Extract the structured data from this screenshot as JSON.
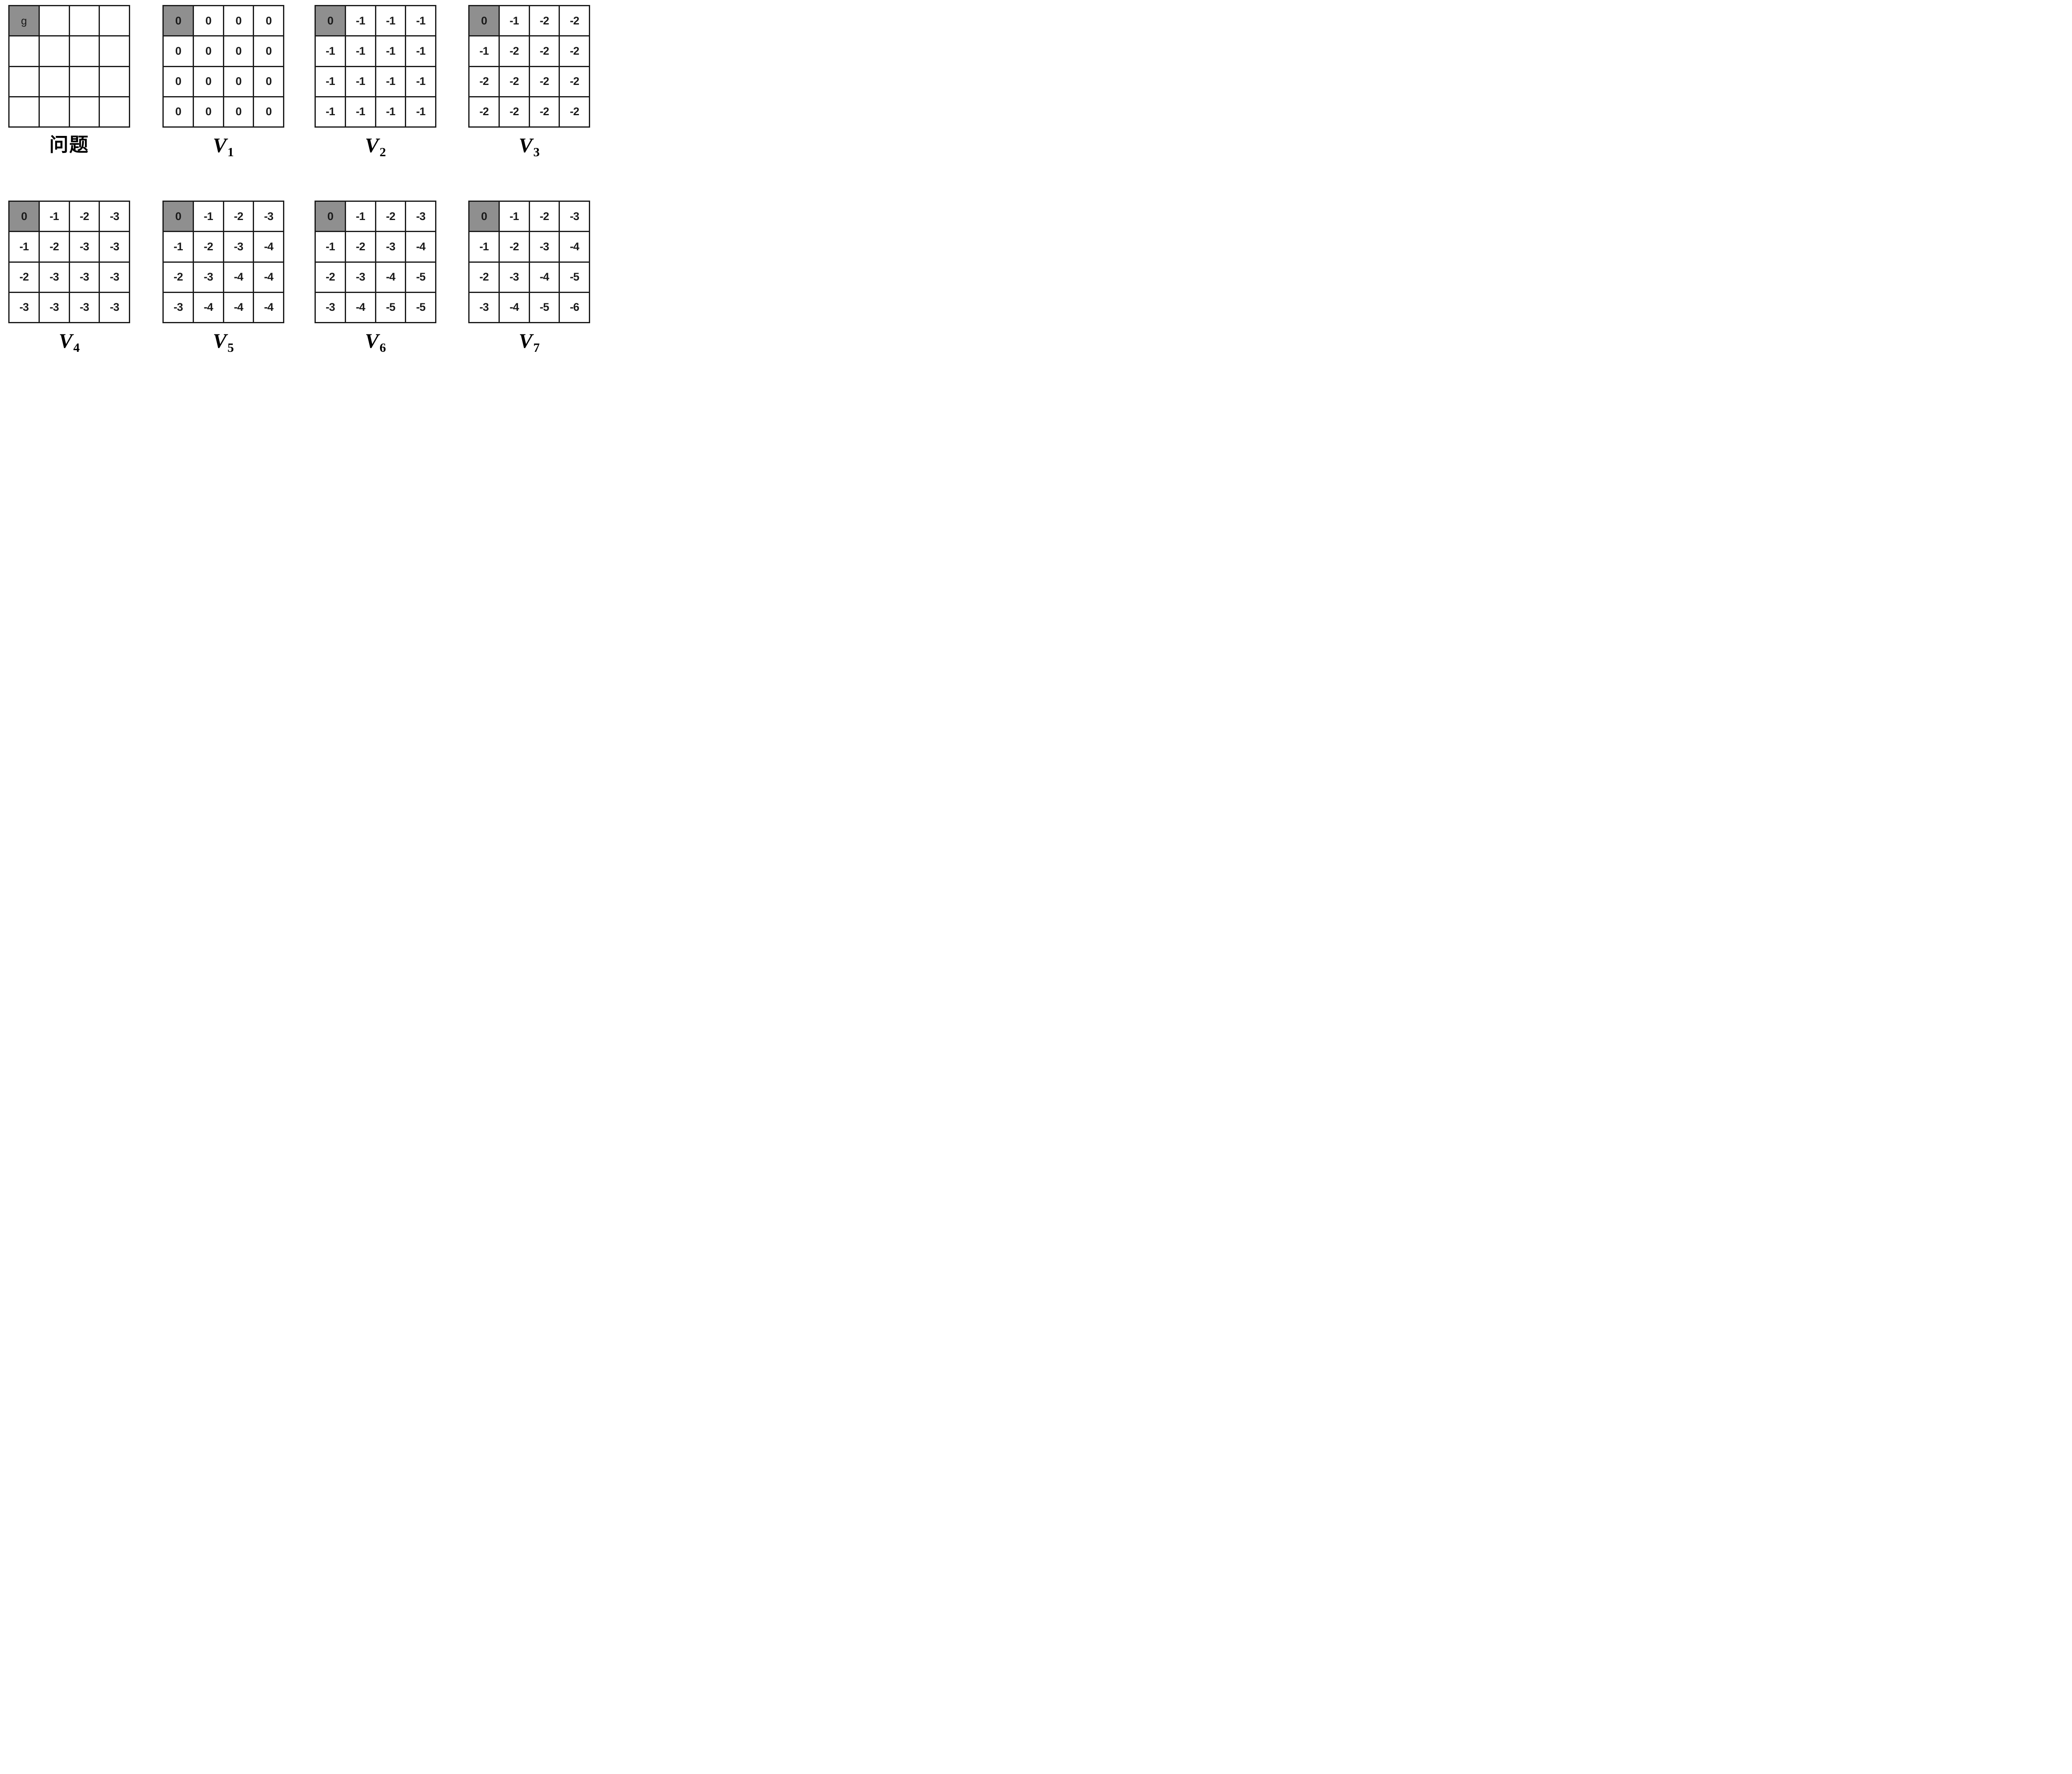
{
  "colors": {
    "background": "#ffffff",
    "grid_line": "#1a1a1a",
    "cell_fill": "#ffffff",
    "goal_cell_fill": "#8f8f8f",
    "text": "#1a1a1a"
  },
  "grids": [
    {
      "id": "problem",
      "caption": {
        "text": "问题"
      },
      "goal": {
        "row": 0,
        "col": 0
      },
      "cells": [
        [
          "g",
          "",
          "",
          ""
        ],
        [
          "",
          "",
          "",
          ""
        ],
        [
          "",
          "",
          "",
          ""
        ],
        [
          "",
          "",
          "",
          ""
        ]
      ]
    },
    {
      "id": "v1",
      "caption": {
        "base": "V",
        "sub": "1"
      },
      "goal": {
        "row": 0,
        "col": 0
      },
      "cells": [
        [
          "0",
          "0",
          "0",
          "0"
        ],
        [
          "0",
          "0",
          "0",
          "0"
        ],
        [
          "0",
          "0",
          "0",
          "0"
        ],
        [
          "0",
          "0",
          "0",
          "0"
        ]
      ]
    },
    {
      "id": "v2",
      "caption": {
        "base": "V",
        "sub": "2"
      },
      "goal": {
        "row": 0,
        "col": 0
      },
      "cells": [
        [
          "0",
          "-1",
          "-1",
          "-1"
        ],
        [
          "-1",
          "-1",
          "-1",
          "-1"
        ],
        [
          "-1",
          "-1",
          "-1",
          "-1"
        ],
        [
          "-1",
          "-1",
          "-1",
          "-1"
        ]
      ]
    },
    {
      "id": "v3",
      "caption": {
        "base": "V",
        "sub": "3"
      },
      "goal": {
        "row": 0,
        "col": 0
      },
      "cells": [
        [
          "0",
          "-1",
          "-2",
          "-2"
        ],
        [
          "-1",
          "-2",
          "-2",
          "-2"
        ],
        [
          "-2",
          "-2",
          "-2",
          "-2"
        ],
        [
          "-2",
          "-2",
          "-2",
          "-2"
        ]
      ]
    },
    {
      "id": "v4",
      "caption": {
        "base": "V",
        "sub": "4"
      },
      "goal": {
        "row": 0,
        "col": 0
      },
      "cells": [
        [
          "0",
          "-1",
          "-2",
          "-3"
        ],
        [
          "-1",
          "-2",
          "-3",
          "-3"
        ],
        [
          "-2",
          "-3",
          "-3",
          "-3"
        ],
        [
          "-3",
          "-3",
          "-3",
          "-3"
        ]
      ]
    },
    {
      "id": "v5",
      "caption": {
        "base": "V",
        "sub": "5"
      },
      "goal": {
        "row": 0,
        "col": 0
      },
      "cells": [
        [
          "0",
          "-1",
          "-2",
          "-3"
        ],
        [
          "-1",
          "-2",
          "-3",
          "-4"
        ],
        [
          "-2",
          "-3",
          "-4",
          "-4"
        ],
        [
          "-3",
          "-4",
          "-4",
          "-4"
        ]
      ]
    },
    {
      "id": "v6",
      "caption": {
        "base": "V",
        "sub": "6"
      },
      "goal": {
        "row": 0,
        "col": 0
      },
      "cells": [
        [
          "0",
          "-1",
          "-2",
          "-3"
        ],
        [
          "-1",
          "-2",
          "-3",
          "-4"
        ],
        [
          "-2",
          "-3",
          "-4",
          "-5"
        ],
        [
          "-3",
          "-4",
          "-5",
          "-5"
        ]
      ]
    },
    {
      "id": "v7",
      "caption": {
        "base": "V",
        "sub": "7"
      },
      "goal": {
        "row": 0,
        "col": 0
      },
      "cells": [
        [
          "0",
          "-1",
          "-2",
          "-3"
        ],
        [
          "-1",
          "-2",
          "-3",
          "-4"
        ],
        [
          "-2",
          "-3",
          "-4",
          "-5"
        ],
        [
          "-3",
          "-4",
          "-5",
          "-6"
        ]
      ]
    }
  ]
}
